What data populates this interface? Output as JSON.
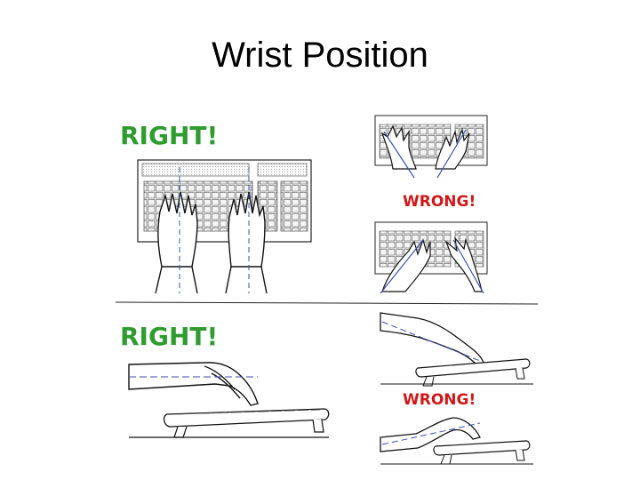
{
  "slide": {
    "title": "Wrist Position"
  },
  "figure": {
    "panels": [
      {
        "id": "top-left",
        "label": "RIGHT!"
      },
      {
        "id": "top-right",
        "label": "WRONG!"
      },
      {
        "id": "bottom-left",
        "label": "RIGHT!"
      },
      {
        "id": "bottom-right",
        "label": "WRONG!"
      }
    ],
    "colors": {
      "right": "#2f9c2f",
      "wrong": "#d01818",
      "guide": "#3a4fb0"
    }
  }
}
